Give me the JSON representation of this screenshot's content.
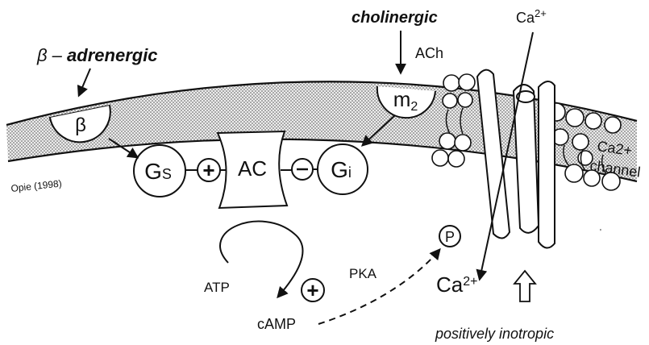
{
  "labels": {
    "beta_adrenergic_prefix": "β –",
    "beta_adrenergic_word": "adrenergic",
    "cholinergic": "cholinergic",
    "ach": "ACh",
    "ca2_top": "Ca",
    "ca2_top_sup": "2+",
    "beta_receptor": "β",
    "m2_base": "m",
    "m2_sub": "2",
    "gs_base": "G",
    "gs_sub": "S",
    "gi_base": "G",
    "gi_sub": "i",
    "ac": "AC",
    "plus": "+",
    "minus": "–",
    "p": "P",
    "ca_channel_1": "Ca2+",
    "ca_channel_2": "channel",
    "attribution": "Opie (1998)",
    "atp": "ATP",
    "camp": "cAMP",
    "pka": "PKA",
    "ca2_bottom": "Ca",
    "ca2_bottom_sup": "2+",
    "positively_inotropic": "positively inotropic",
    "stray_mark": "'"
  },
  "colors": {
    "ink": "#111111",
    "membrane_fill": "#d9d9d9",
    "background": "#ffffff"
  },
  "icons": {
    "up_arrow": "hollow-up-arrow-icon",
    "stimulatory": "plus-circle-icon",
    "inhibitory": "minus-circle-icon"
  }
}
